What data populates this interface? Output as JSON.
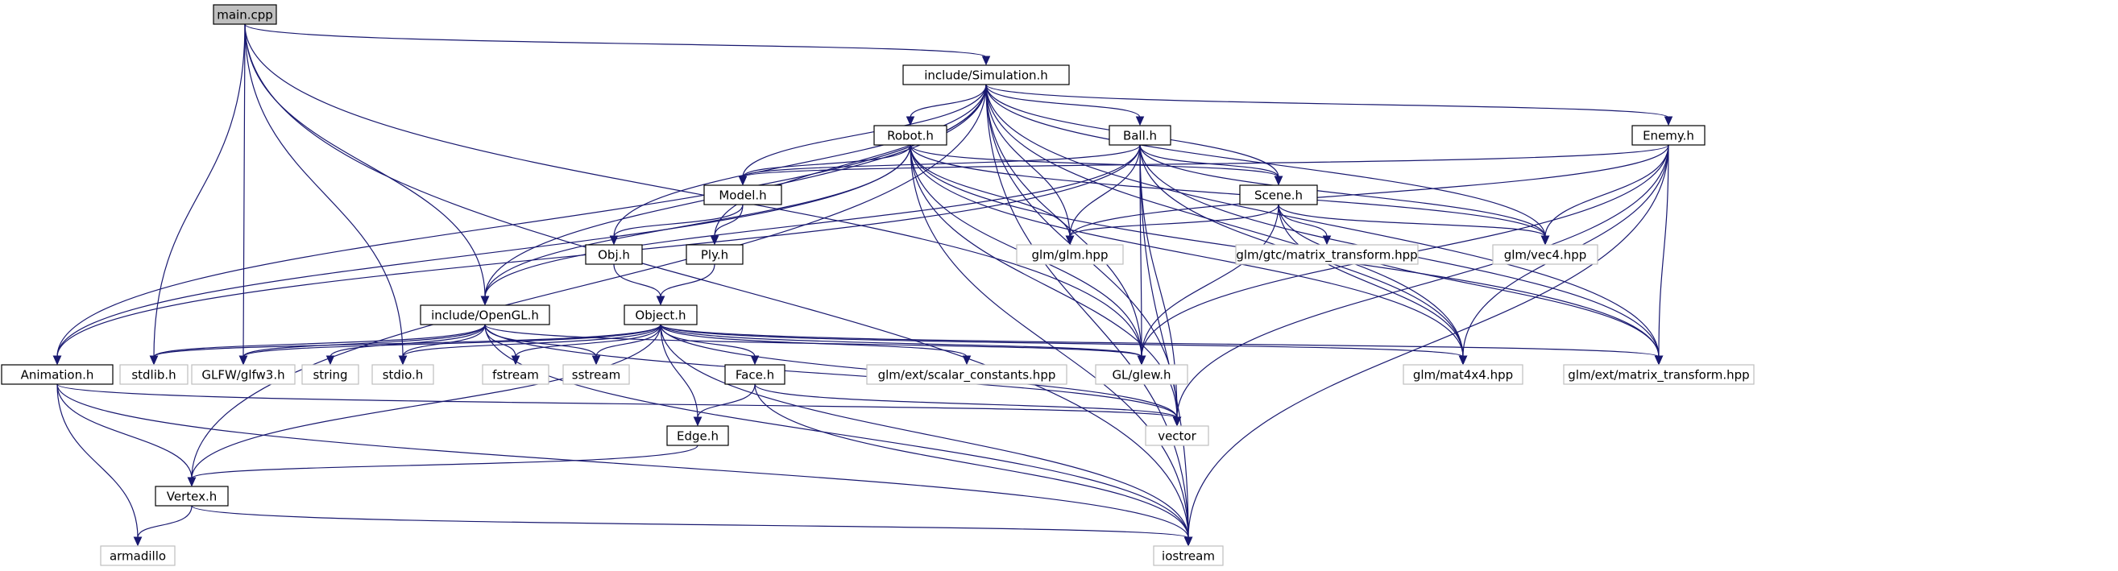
{
  "diagram": {
    "nodes": [
      {
        "id": "main",
        "label": "main.cpp",
        "kind": "root"
      },
      {
        "id": "sim",
        "label": "include/Simulation.h",
        "kind": "local"
      },
      {
        "id": "robot",
        "label": "Robot.h",
        "kind": "local"
      },
      {
        "id": "ball",
        "label": "Ball.h",
        "kind": "local"
      },
      {
        "id": "enemy",
        "label": "Enemy.h",
        "kind": "local"
      },
      {
        "id": "model",
        "label": "Model.h",
        "kind": "local"
      },
      {
        "id": "scene",
        "label": "Scene.h",
        "kind": "local"
      },
      {
        "id": "glm",
        "label": "glm/glm.hpp",
        "kind": "system"
      },
      {
        "id": "gtc",
        "label": "glm/gtc/matrix_transform.hpp",
        "kind": "system"
      },
      {
        "id": "vec4",
        "label": "glm/vec4.hpp",
        "kind": "system"
      },
      {
        "id": "obj",
        "label": "Obj.h",
        "kind": "local"
      },
      {
        "id": "ply",
        "label": "Ply.h",
        "kind": "local"
      },
      {
        "id": "opengl",
        "label": "include/OpenGL.h",
        "kind": "local"
      },
      {
        "id": "object",
        "label": "Object.h",
        "kind": "local"
      },
      {
        "id": "anim",
        "label": "Animation.h",
        "kind": "local"
      },
      {
        "id": "stdlib",
        "label": "stdlib.h",
        "kind": "system"
      },
      {
        "id": "glfw",
        "label": "GLFW/glfw3.h",
        "kind": "system"
      },
      {
        "id": "string",
        "label": "string",
        "kind": "system"
      },
      {
        "id": "stdio",
        "label": "stdio.h",
        "kind": "system"
      },
      {
        "id": "fstream",
        "label": "fstream",
        "kind": "system"
      },
      {
        "id": "sstream",
        "label": "sstream",
        "kind": "system"
      },
      {
        "id": "face",
        "label": "Face.h",
        "kind": "local"
      },
      {
        "id": "scalar",
        "label": "glm/ext/scalar_constants.hpp",
        "kind": "system"
      },
      {
        "id": "glew",
        "label": "GL/glew.h",
        "kind": "system"
      },
      {
        "id": "mat4",
        "label": "glm/mat4x4.hpp",
        "kind": "system"
      },
      {
        "id": "ext_mt",
        "label": "glm/ext/matrix_transform.hpp",
        "kind": "system"
      },
      {
        "id": "edge",
        "label": "Edge.h",
        "kind": "local"
      },
      {
        "id": "vector",
        "label": "vector",
        "kind": "system"
      },
      {
        "id": "vertex",
        "label": "Vertex.h",
        "kind": "local"
      },
      {
        "id": "armadillo",
        "label": "armadillo",
        "kind": "system"
      },
      {
        "id": "iostream",
        "label": "iostream",
        "kind": "system"
      }
    ],
    "edges": [
      [
        "main",
        "sim"
      ],
      [
        "main",
        "iostream"
      ],
      [
        "main",
        "stdlib"
      ],
      [
        "main",
        "glfw"
      ],
      [
        "main",
        "stdio"
      ],
      [
        "main",
        "opengl"
      ],
      [
        "main",
        "glew"
      ],
      [
        "sim",
        "robot"
      ],
      [
        "sim",
        "ball"
      ],
      [
        "sim",
        "enemy"
      ],
      [
        "sim",
        "model"
      ],
      [
        "sim",
        "scene"
      ],
      [
        "sim",
        "glm"
      ],
      [
        "sim",
        "vec4"
      ],
      [
        "sim",
        "obj"
      ],
      [
        "sim",
        "ply"
      ],
      [
        "sim",
        "opengl"
      ],
      [
        "sim",
        "anim"
      ],
      [
        "sim",
        "vertex"
      ],
      [
        "sim",
        "glew"
      ],
      [
        "sim",
        "mat4"
      ],
      [
        "sim",
        "ext_mt"
      ],
      [
        "sim",
        "vector"
      ],
      [
        "sim",
        "iostream"
      ],
      [
        "robot",
        "model"
      ],
      [
        "robot",
        "scene"
      ],
      [
        "robot",
        "glm"
      ],
      [
        "robot",
        "vec4"
      ],
      [
        "robot",
        "opengl"
      ],
      [
        "robot",
        "anim"
      ],
      [
        "robot",
        "glew"
      ],
      [
        "robot",
        "mat4"
      ],
      [
        "robot",
        "ext_mt"
      ],
      [
        "robot",
        "vector"
      ],
      [
        "robot",
        "iostream"
      ],
      [
        "ball",
        "model"
      ],
      [
        "ball",
        "scene"
      ],
      [
        "ball",
        "glm"
      ],
      [
        "ball",
        "vec4"
      ],
      [
        "ball",
        "opengl"
      ],
      [
        "ball",
        "anim"
      ],
      [
        "ball",
        "glew"
      ],
      [
        "ball",
        "mat4"
      ],
      [
        "ball",
        "ext_mt"
      ],
      [
        "ball",
        "vector"
      ],
      [
        "ball",
        "iostream"
      ],
      [
        "enemy",
        "model"
      ],
      [
        "enemy",
        "glm"
      ],
      [
        "enemy",
        "vec4"
      ],
      [
        "enemy",
        "glew"
      ],
      [
        "enemy",
        "mat4"
      ],
      [
        "enemy",
        "ext_mt"
      ],
      [
        "enemy",
        "vector"
      ],
      [
        "enemy",
        "iostream"
      ],
      [
        "model",
        "obj"
      ],
      [
        "model",
        "ply"
      ],
      [
        "scene",
        "glm"
      ],
      [
        "scene",
        "gtc"
      ],
      [
        "scene",
        "vec4"
      ],
      [
        "scene",
        "glew"
      ],
      [
        "scene",
        "mat4"
      ],
      [
        "scene",
        "ext_mt"
      ],
      [
        "obj",
        "object"
      ],
      [
        "ply",
        "object"
      ],
      [
        "opengl",
        "stdlib"
      ],
      [
        "opengl",
        "glfw"
      ],
      [
        "opengl",
        "string"
      ],
      [
        "opengl",
        "stdio"
      ],
      [
        "opengl",
        "fstream"
      ],
      [
        "opengl",
        "sstream"
      ],
      [
        "opengl",
        "glew"
      ],
      [
        "opengl",
        "vector"
      ],
      [
        "opengl",
        "iostream"
      ],
      [
        "object",
        "face"
      ],
      [
        "object",
        "edge"
      ],
      [
        "object",
        "vertex"
      ],
      [
        "object",
        "stdlib"
      ],
      [
        "object",
        "glfw"
      ],
      [
        "object",
        "stdio"
      ],
      [
        "object",
        "fstream"
      ],
      [
        "object",
        "sstream"
      ],
      [
        "object",
        "scalar"
      ],
      [
        "object",
        "glew"
      ],
      [
        "object",
        "mat4"
      ],
      [
        "object",
        "ext_mt"
      ],
      [
        "object",
        "vector"
      ],
      [
        "object",
        "iostream"
      ],
      [
        "anim",
        "vertex"
      ],
      [
        "anim",
        "armadillo"
      ],
      [
        "anim",
        "vector"
      ],
      [
        "anim",
        "iostream"
      ],
      [
        "face",
        "edge"
      ],
      [
        "face",
        "vector"
      ],
      [
        "face",
        "iostream"
      ],
      [
        "edge",
        "vertex"
      ],
      [
        "vertex",
        "armadillo"
      ],
      [
        "vertex",
        "iostream"
      ]
    ]
  },
  "colors": {
    "edge": "#191970",
    "root_fill": "#bfbfbf",
    "local_border": "#000000",
    "system_border": "#bfbfbf",
    "node_fill": "#ffffff"
  }
}
